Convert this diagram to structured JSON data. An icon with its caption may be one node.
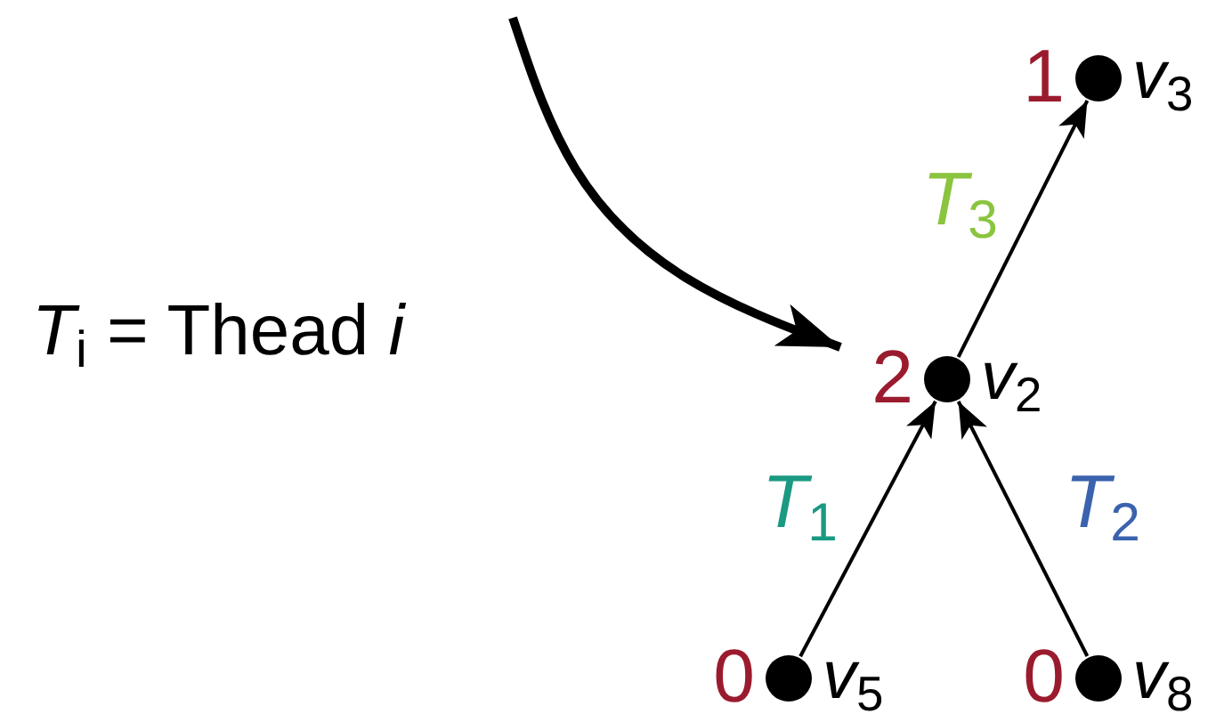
{
  "diagram": {
    "nodes": [
      {
        "text": [],
        "shape": "circle",
        "beside": [
          "1",
          "*v*$_{3}$"
        ]
      },
      {
        "text": [],
        "shape": "circle",
        "beside": [
          "2",
          "*v*$_{2}$"
        ]
      },
      {
        "text": [],
        "shape": "circle",
        "beside": [
          "0",
          "*v*$_{5}$"
        ]
      },
      {
        "text": [],
        "shape": "circle",
        "beside": [
          "0",
          "*v*$_{8}$"
        ]
      }
    ],
    "edges": [
      {
        "from": 2,
        "to": 1,
        "arrow": "to",
        "label": "*T*$_{1}$"
      },
      {
        "from": 3,
        "to": 1,
        "arrow": "to",
        "label": "*T*$_{2}$"
      },
      {
        "from": 1,
        "to": 0,
        "arrow": "to",
        "label": "*T*$_{3}$"
      },
      {
        "from": null,
        "to": 1,
        "arrow": "to",
        "style": "thick"
      }
    ],
    "labels": [
      "*T*$_{i}$ = Thead *i*"
    ]
  }
}
